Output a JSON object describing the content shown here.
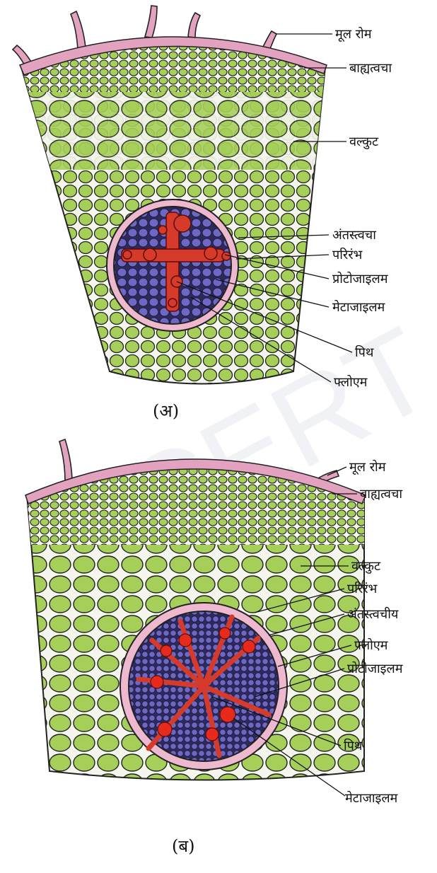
{
  "watermark": "NCERT",
  "colors": {
    "cortex_cell": "#a6cf5a",
    "cortex_outline": "#222222",
    "epidermis": "#e3a2c0",
    "stele": "#6e68c4",
    "xylem": "#d63a2a",
    "endodermis": "#eeb8cf"
  },
  "figures": [
    {
      "caption": "(अ)",
      "labels": [
        "मूल रोम",
        "बाह्यत्वचा",
        "वल्कुट",
        "अंतस्त्वचा",
        "परिरंभ",
        "प्रोटोजाइलम",
        "मेटाजाइलम",
        "पिथ",
        "फ्लोएम"
      ]
    },
    {
      "caption": "(ब)",
      "labels": [
        "मूल रोम",
        "बाह्यत्वचा",
        "वल्कुट",
        "परिरंभ",
        "अंतस्त्वचीय",
        "फ्लोएम",
        "प्रोटोजाइलम",
        "पिथ",
        "मेटाजाइलम"
      ]
    }
  ]
}
